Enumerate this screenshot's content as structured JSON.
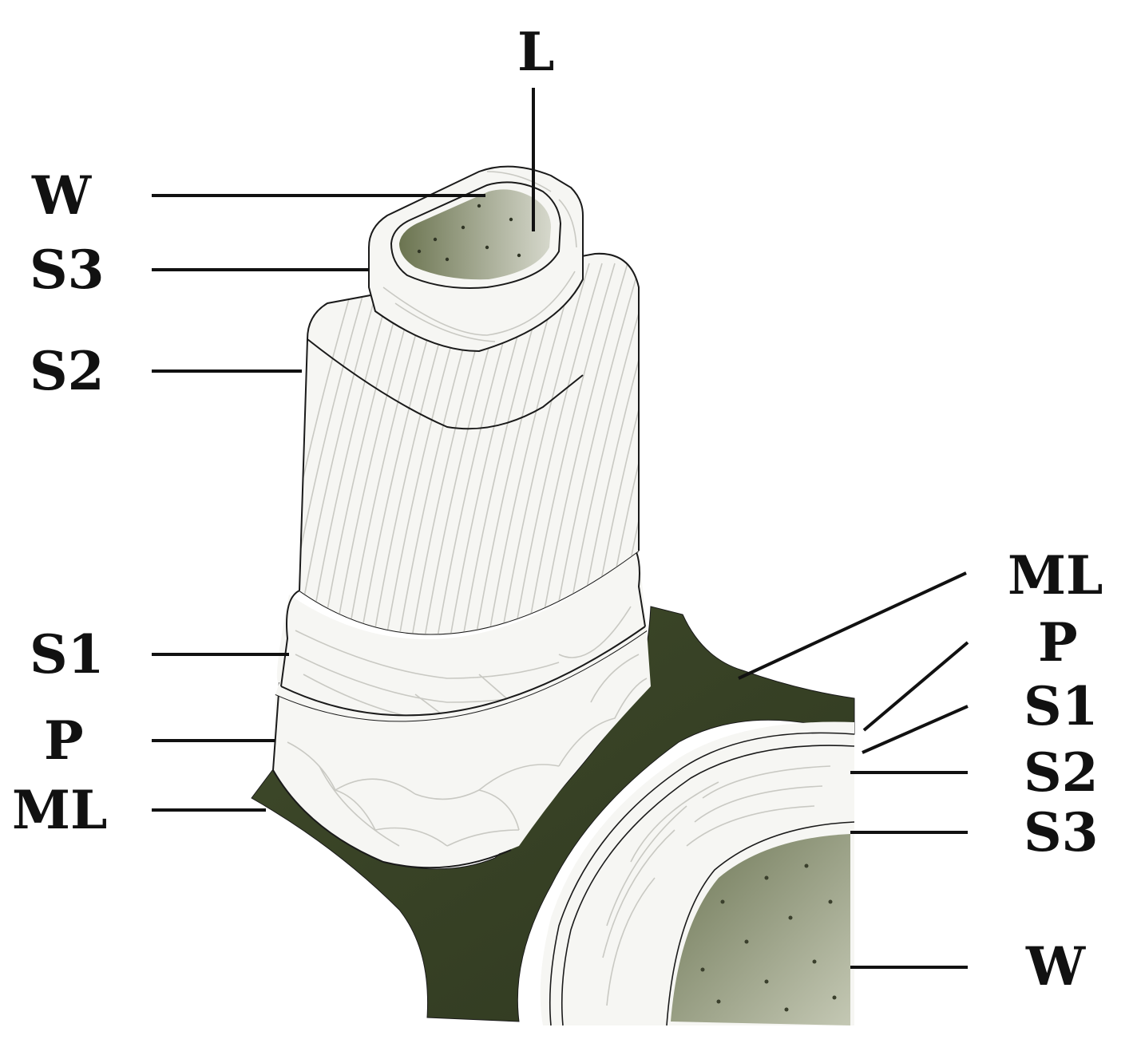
{
  "colors": {
    "middle_lamella": "#3f4a2a",
    "warty_layer": "#8a9270",
    "wall_fill": "#f6f6f3",
    "outline": "#1a1a1a",
    "texture": "#c9c9c3",
    "leader": "#111111"
  },
  "labels": {
    "top": "L",
    "left": {
      "w": "W",
      "s3": "S3",
      "s2": "S2",
      "s1": "S1",
      "p": "P",
      "ml": "ML"
    },
    "right": {
      "ml": "ML",
      "p": "P",
      "s1": "S1",
      "s2": "S2",
      "s3": "S3",
      "w": "W"
    }
  }
}
